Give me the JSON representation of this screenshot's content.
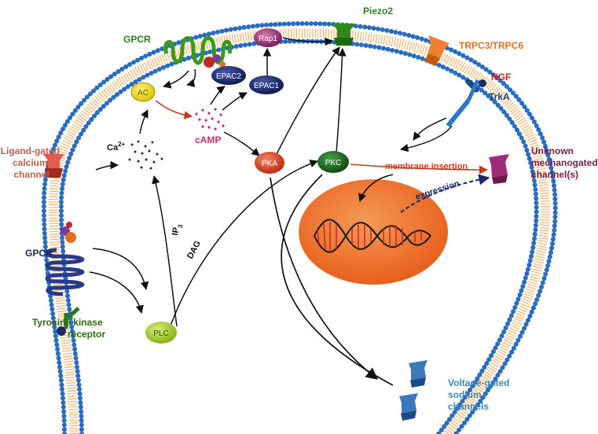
{
  "labels": {
    "gpcr_top": "GPCR",
    "piezo2": "Piezo2",
    "trpc": "TRPC3/TRPC6",
    "ngf": "NGF",
    "trka": "TrkA",
    "ligand_gated": [
      "Ligand-gated",
      "calcium",
      "channel"
    ],
    "unknown": [
      "Unknown",
      "mechanogated",
      "channel(s)"
    ],
    "camp": "cAMP",
    "ca": "Ca",
    "ca_sup": "2+",
    "ip3": "IP",
    "ip3_sub": "3",
    "dag": "DAG",
    "gpcr_left": "GPCR",
    "tyrosine": [
      "Tyrosine kinase",
      "receptor"
    ],
    "membrane_insertion": "membrane insertion",
    "expression": "expression",
    "voltage_gated": [
      "Voltage-gated",
      "sodium",
      "channels"
    ]
  },
  "nodes": {
    "ac": "AC",
    "epac2": "EPAC2",
    "epac1": "EPAC1",
    "rap1": "Rap1",
    "pka": "PKA",
    "pkc": "PKC",
    "plc": "PLC"
  },
  "colors": {
    "gpcr_top": "#2e7d1a",
    "piezo2": "#2e7d1a",
    "trpc": "#e07020",
    "ngf": "#c0282a",
    "trka": "#1a4a7a",
    "ligand_gated": "#c0604a",
    "unknown": "#7a1a4a",
    "camp": "#d02a6a",
    "gpcr_left": "#1a2a6a",
    "tyrosine": "#2e6a1a",
    "voltage_gated": "#3a8ab8",
    "membrane_insertion": "#c83a1a",
    "expression": "#1a2a6a"
  }
}
